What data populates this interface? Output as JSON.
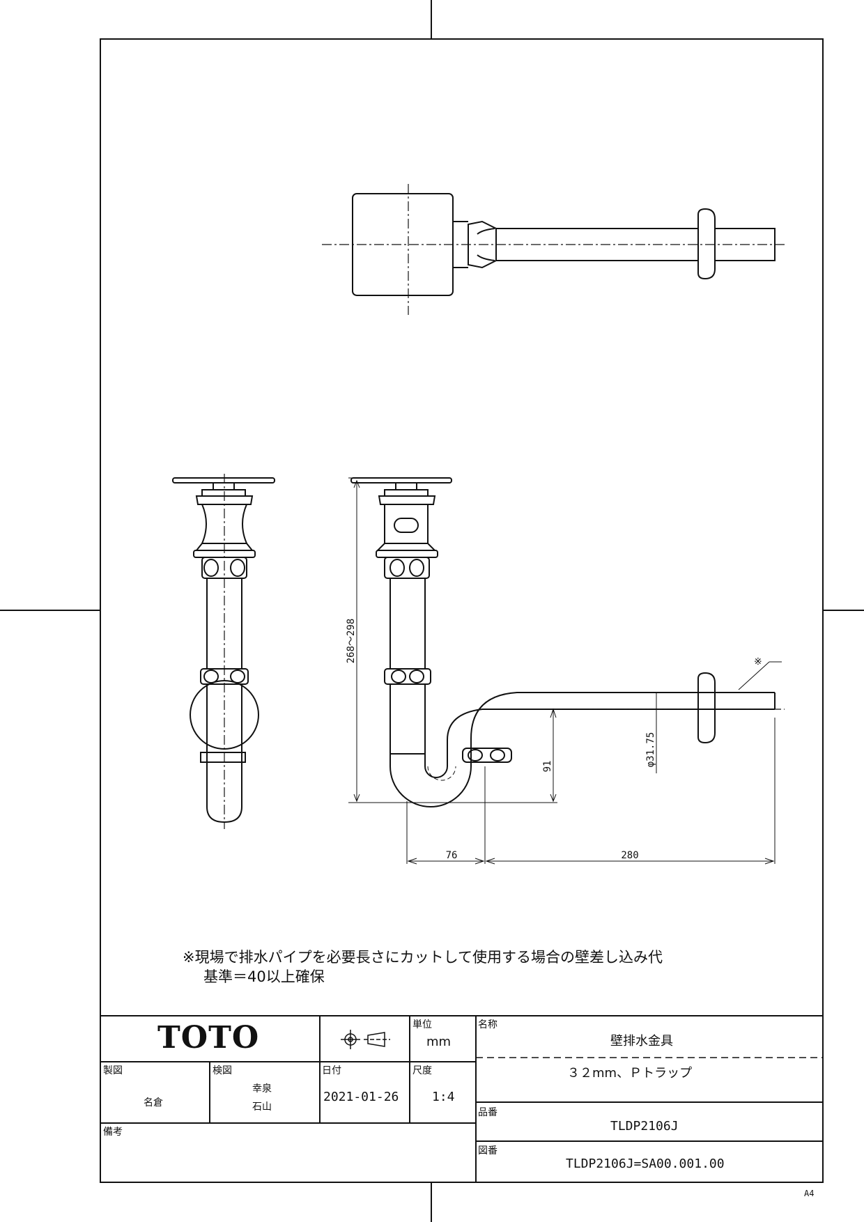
{
  "note": {
    "line1": "※現場で排水パイプを必要長さにカットして使用する場合の壁差し込み代",
    "line2": "基準＝40以上確保"
  },
  "dimensions": {
    "height_range": "268～298",
    "drop": "91",
    "pipe_diameter": "φ31.75",
    "offset_76": "76",
    "length_280": "280",
    "mark": "※"
  },
  "title_block": {
    "logo": "TOTO",
    "unit_label": "単位",
    "unit_value": "mm",
    "name_label": "名称",
    "name_value": "壁排水金具",
    "name_sub": "３２mm、Ｐトラップ",
    "drawn_label": "製図",
    "drawn_value": "名倉",
    "checked_label": "検図",
    "checked_value_1": "幸泉",
    "checked_value_2": "石山",
    "date_label": "日付",
    "date_value": "2021-01-26",
    "scale_label": "尺度",
    "scale_value": "1:4",
    "part_no_label": "品番",
    "part_no_value": "TLDP2106J",
    "drawing_no_label": "図番",
    "drawing_no_value": "TLDP2106J=SA00.001.00",
    "remarks_label": "備考"
  },
  "paper_size": "A4"
}
